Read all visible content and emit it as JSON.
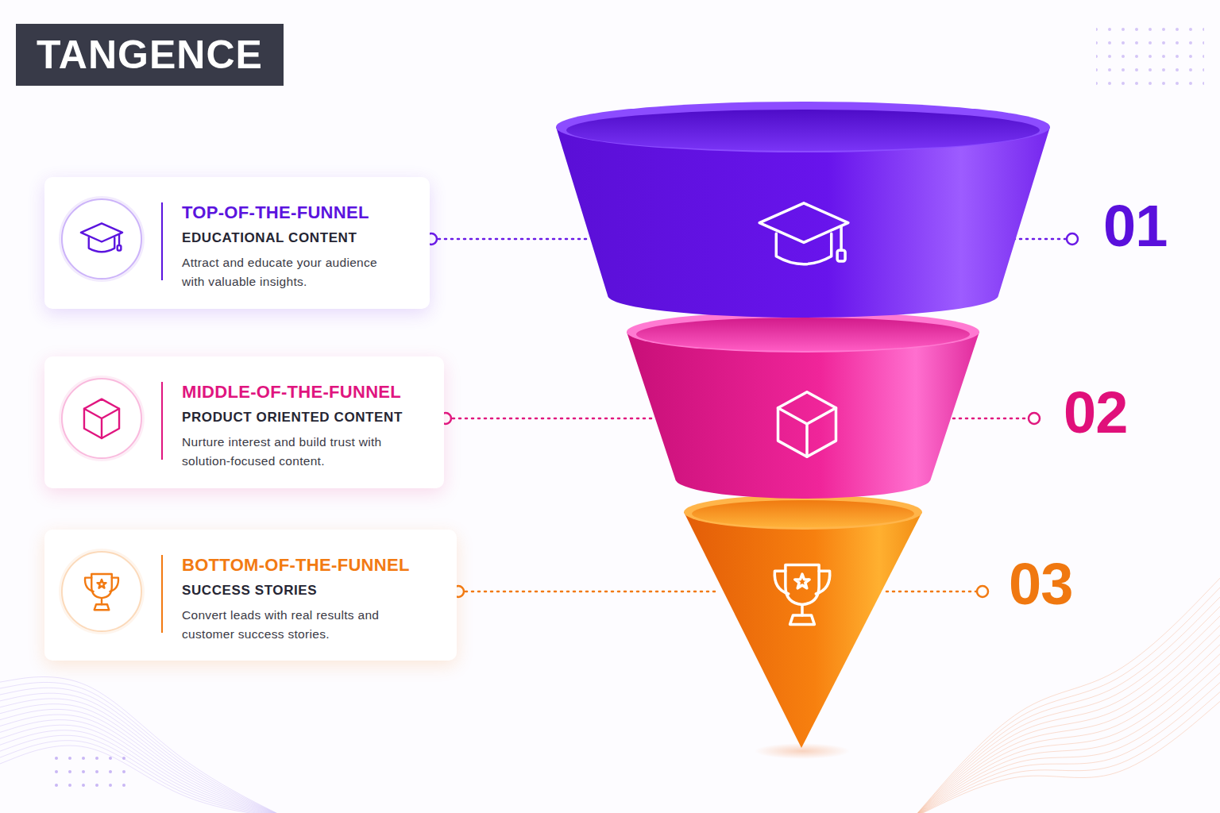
{
  "diagram": {
    "nodes": [
      {
        "text": [
          "TANGENCE"
        ]
      },
      {
        "text": [
          "TOP-OF-THE-FUNNEL",
          "EDUCATIONAL CONTENT",
          "Attract and educate your audience with valuable insights."
        ]
      },
      {
        "text": [
          "MIDDLE-OF-THE-FUNNEL",
          "PRODUCT ORIENTED CONTENT",
          "Nurture interest and build trust with solution-focused content."
        ]
      },
      {
        "text": [
          "BOTTOM-OF-THE-FUNNEL",
          "SUCCESS STORIES",
          "Convert leads with real results and customer success stories."
        ]
      }
    ],
    "labels": [
      "01",
      "02",
      "03"
    ]
  }
}
